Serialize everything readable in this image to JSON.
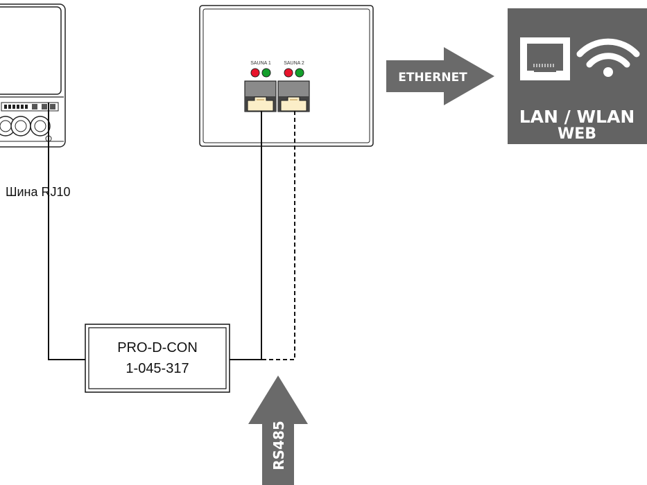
{
  "device_panel": {
    "port_labels": [
      "SAUNA 1",
      "SAUNA 2"
    ],
    "led_colors": {
      "red": "#e8142c",
      "green": "#14a02c"
    }
  },
  "bus_label": "Шина RJ10",
  "converter": {
    "line1": "PRO-D-CON",
    "line2": "1-045-317"
  },
  "arrows": {
    "ethernet": "ETHERNET",
    "rs485": "RS485"
  },
  "network_box": {
    "icons": [
      "ethernet-port-icon",
      "wifi-icon"
    ],
    "line1": "LAN / WLAN",
    "line2": "WEB",
    "bg_color": "#636363"
  },
  "colors": {
    "arrow": "#6a6a6a",
    "line": "#111111",
    "port_body": "#8a8a8a",
    "port_socket": "#fbeec8"
  }
}
